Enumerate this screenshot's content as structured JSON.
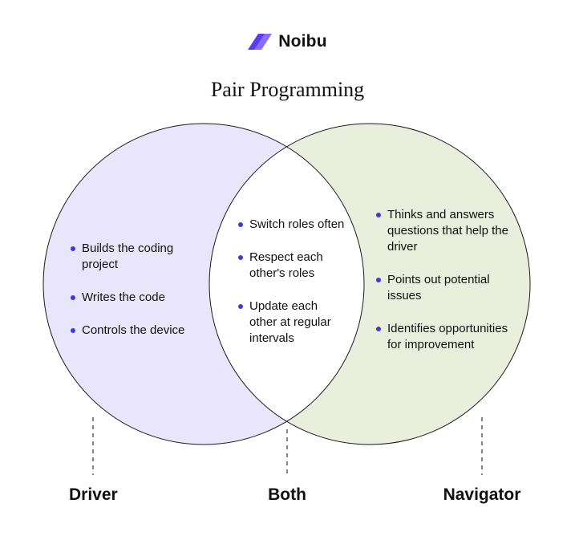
{
  "brand": {
    "name": "Noibu",
    "accent": "#5b3df0",
    "accent_light": "#8a6bff"
  },
  "title": "Pair Programming",
  "colors": {
    "left_fill": "#e9e6fb",
    "right_fill": "#eaeedc",
    "overlap_fill": "#ffffff",
    "bullet": "#3b3bd6",
    "outline": "#1a1a1a"
  },
  "sets": [
    {
      "label": "Driver",
      "items": [
        "Builds the coding project",
        "Writes the code",
        "Controls the device"
      ]
    },
    {
      "label": "Both",
      "items": [
        "Switch roles often",
        "Respect each other's roles",
        "Update each other at regular intervals"
      ]
    },
    {
      "label": "Navigator",
      "items": [
        "Thinks and answers questions that help the driver",
        "Points out potential issues",
        "Identifies opportunities for improvement"
      ]
    }
  ]
}
